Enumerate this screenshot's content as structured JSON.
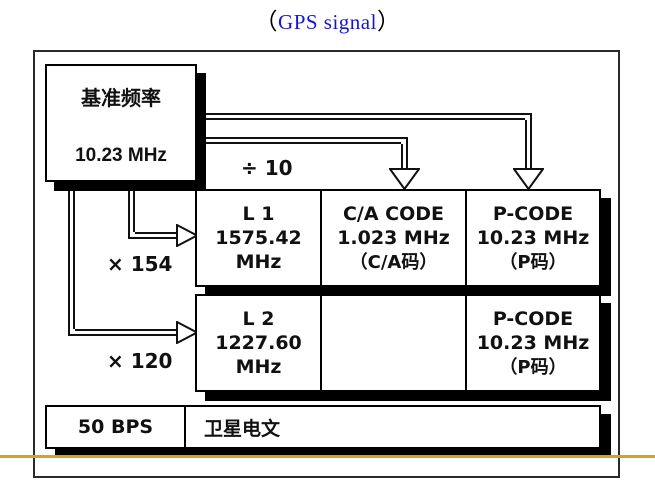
{
  "title": {
    "open_paren": "（",
    "text": "GPS signal",
    "close_paren": "）",
    "text_color": "#1414dc",
    "paren_color": "#000000"
  },
  "diagram": {
    "reference_oscillator": {
      "name_cn": "基准频率",
      "value": "10.23 MHz"
    },
    "connectors": [
      {
        "id": "divide-by-10",
        "label": "÷ 10"
      },
      {
        "id": "multiply-154",
        "label": "× 154"
      },
      {
        "id": "multiply-120",
        "label": "× 120"
      }
    ],
    "signal_table": {
      "rows": [
        {
          "id": "row-l1",
          "cells": [
            {
              "id": "l1-carrier",
              "lines": [
                "L 1",
                "1575.42",
                "MHz"
              ]
            },
            {
              "id": "ca-code",
              "lines": [
                "C/A CODE",
                "1.023 MHz",
                "（C/A码）"
              ]
            },
            {
              "id": "p-code-l1",
              "lines": [
                "P-CODE",
                "10.23 MHz",
                "（P码）"
              ]
            }
          ]
        },
        {
          "id": "row-l2",
          "cells": [
            {
              "id": "l2-carrier",
              "lines": [
                "L 2",
                "1227.60",
                "MHz"
              ]
            },
            {
              "id": "empty-cell",
              "lines": [
                "",
                "",
                ""
              ]
            },
            {
              "id": "p-code-l2",
              "lines": [
                "P-CODE",
                "10.23 MHz",
                "（P码）"
              ]
            }
          ]
        }
      ]
    },
    "navigation_message": {
      "rate": "50 BPS",
      "label_cn": "卫星电文"
    }
  },
  "decorations": {
    "amber_rule_color": "#d8a317"
  }
}
